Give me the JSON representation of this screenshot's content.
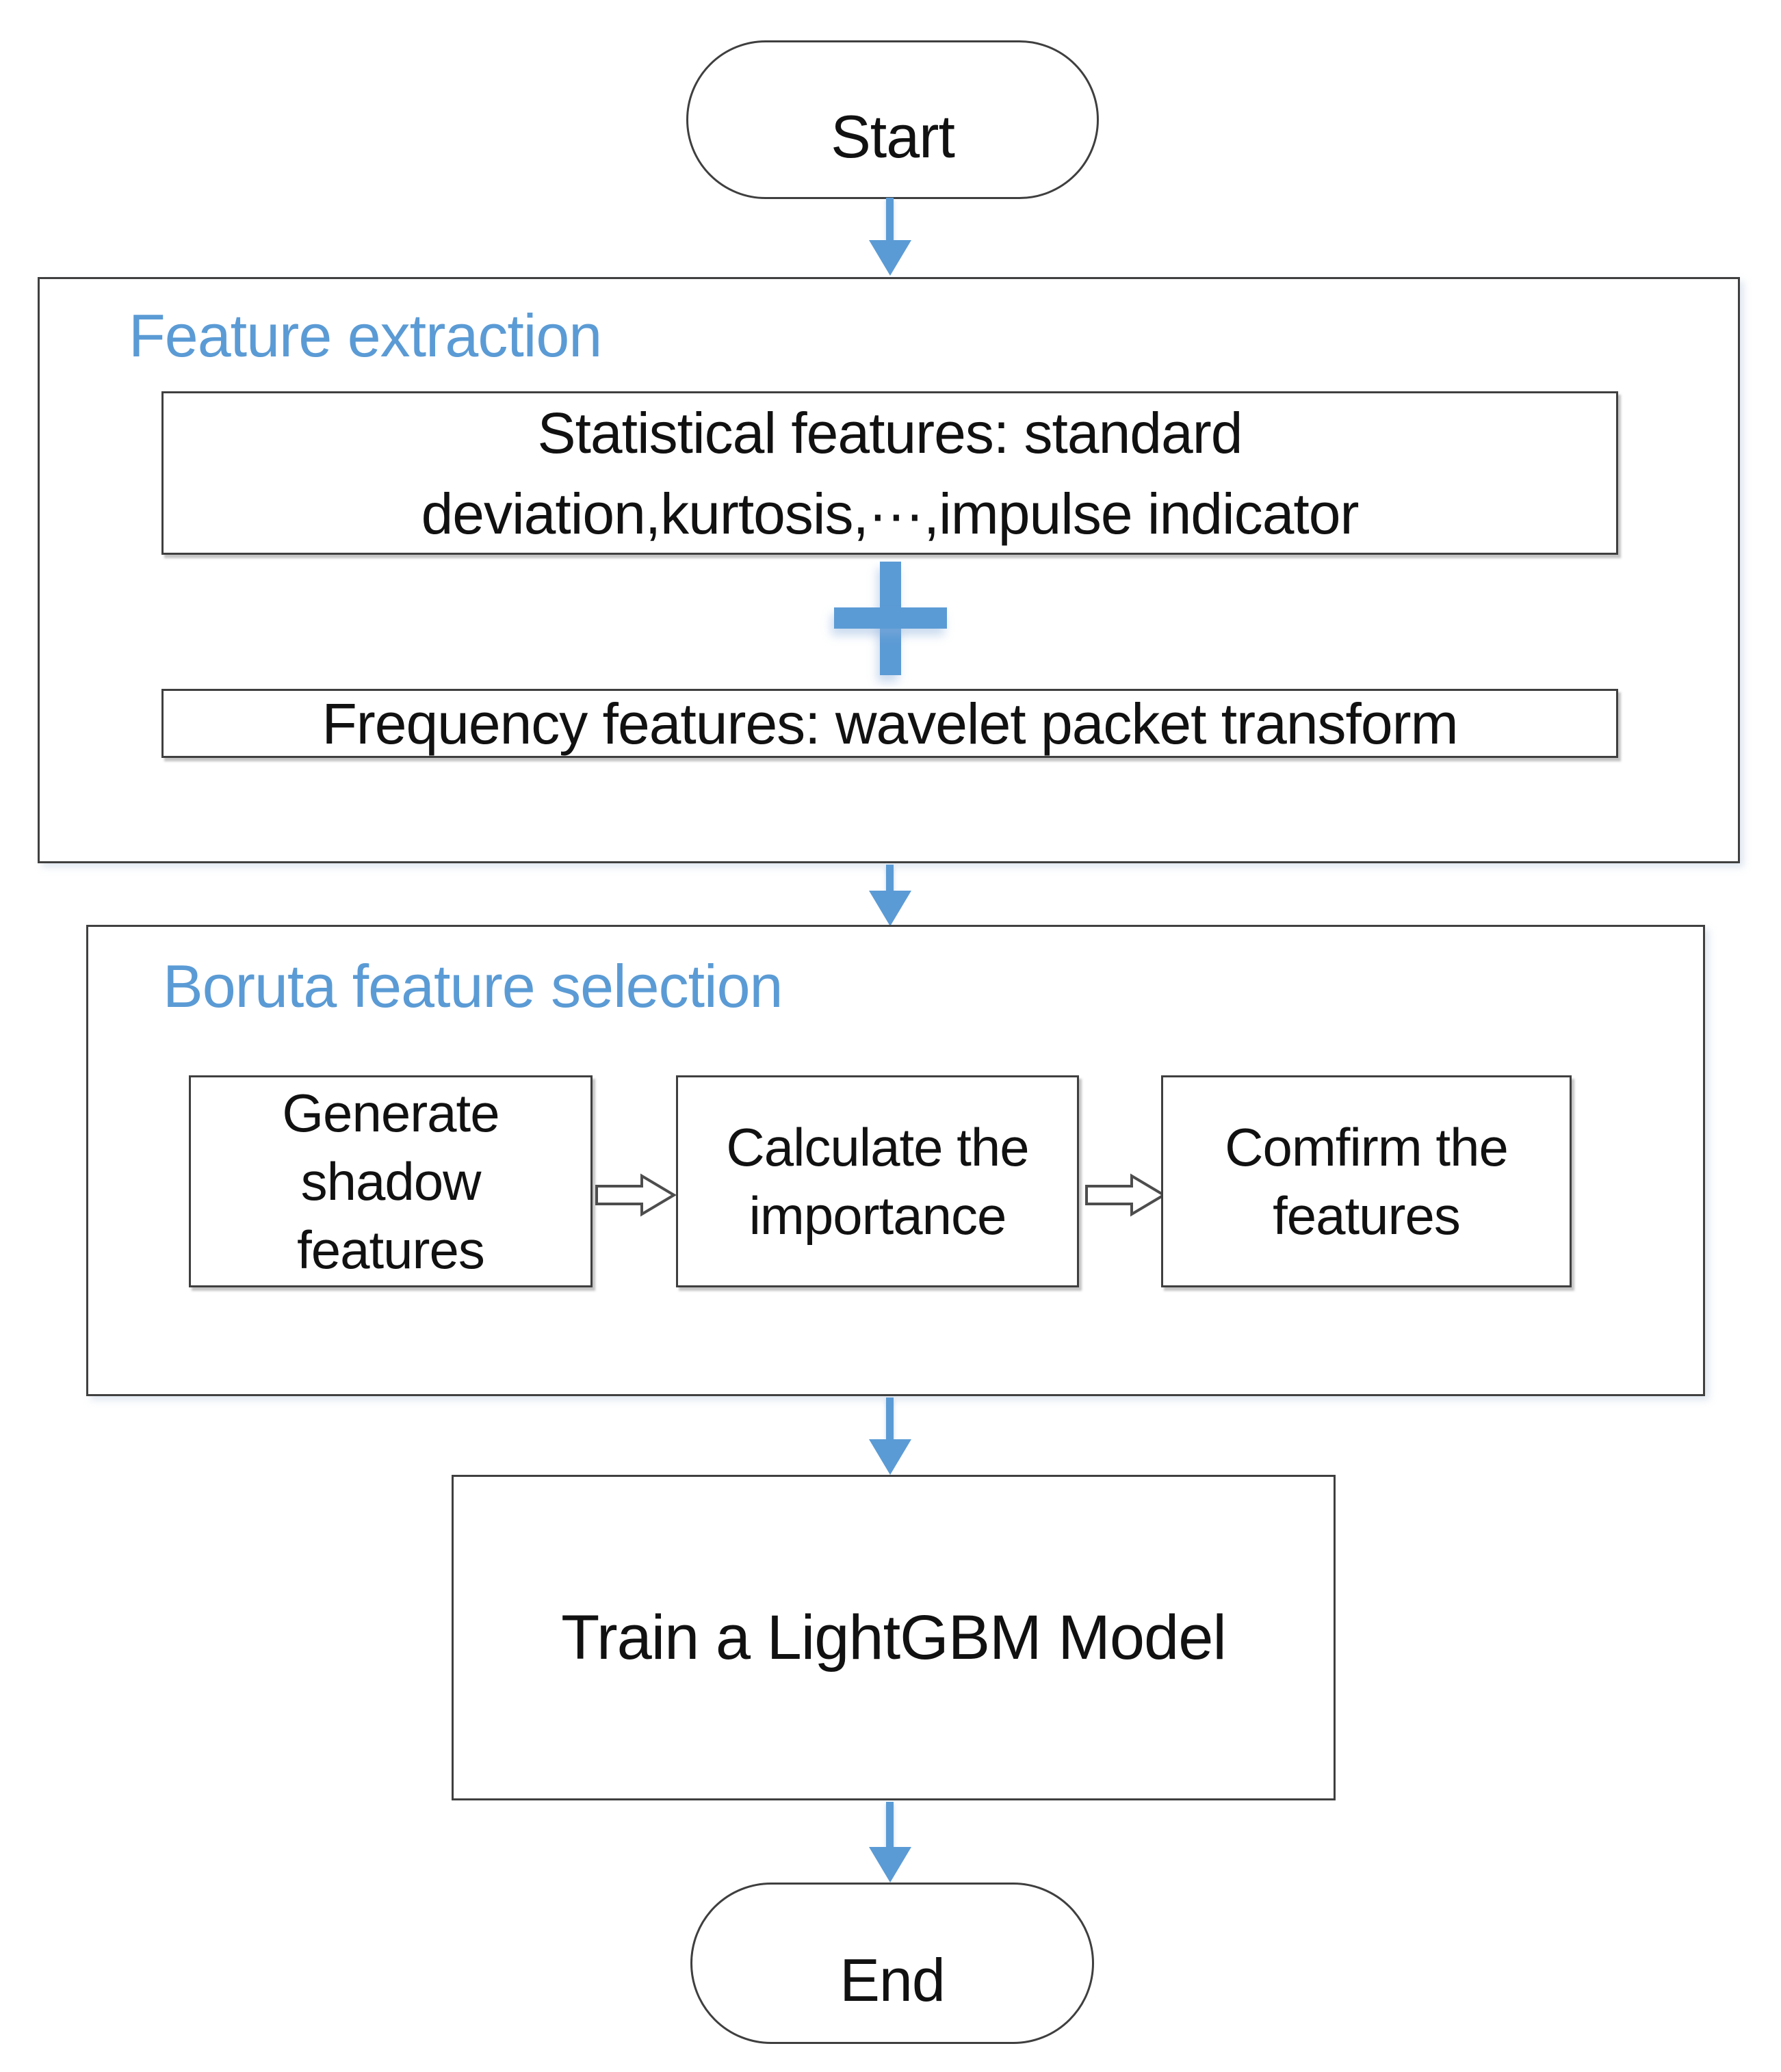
{
  "diagram": {
    "title_hint": "LightGBM training flowchart",
    "colors": {
      "accent_blue": "#5B9BD5",
      "border_gray": "#3f3f3f",
      "background": "#ffffff"
    },
    "nodes": {
      "start": {
        "label": "Start"
      },
      "feature_extraction": {
        "title": "Feature extraction",
        "statistical_box": {
          "line1": "Statistical features: standard",
          "line2": "deviation,kurtosis,···,impulse indicator"
        },
        "plus_icon": "plus",
        "frequency_box": {
          "label": "Frequency features: wavelet packet transform"
        }
      },
      "boruta": {
        "title": "Boruta feature selection",
        "steps": [
          {
            "line1": "Generate",
            "line2": "shadow",
            "line3": "features"
          },
          {
            "line1": "Calculate the",
            "line2": "importance"
          },
          {
            "line1": "Comfirm the",
            "line2": "features"
          }
        ]
      },
      "train": {
        "label": "Train a LightGBM Model"
      },
      "end": {
        "label": "End"
      }
    },
    "connectors": {
      "down_arrows": 4,
      "right_arrows": 2
    }
  }
}
